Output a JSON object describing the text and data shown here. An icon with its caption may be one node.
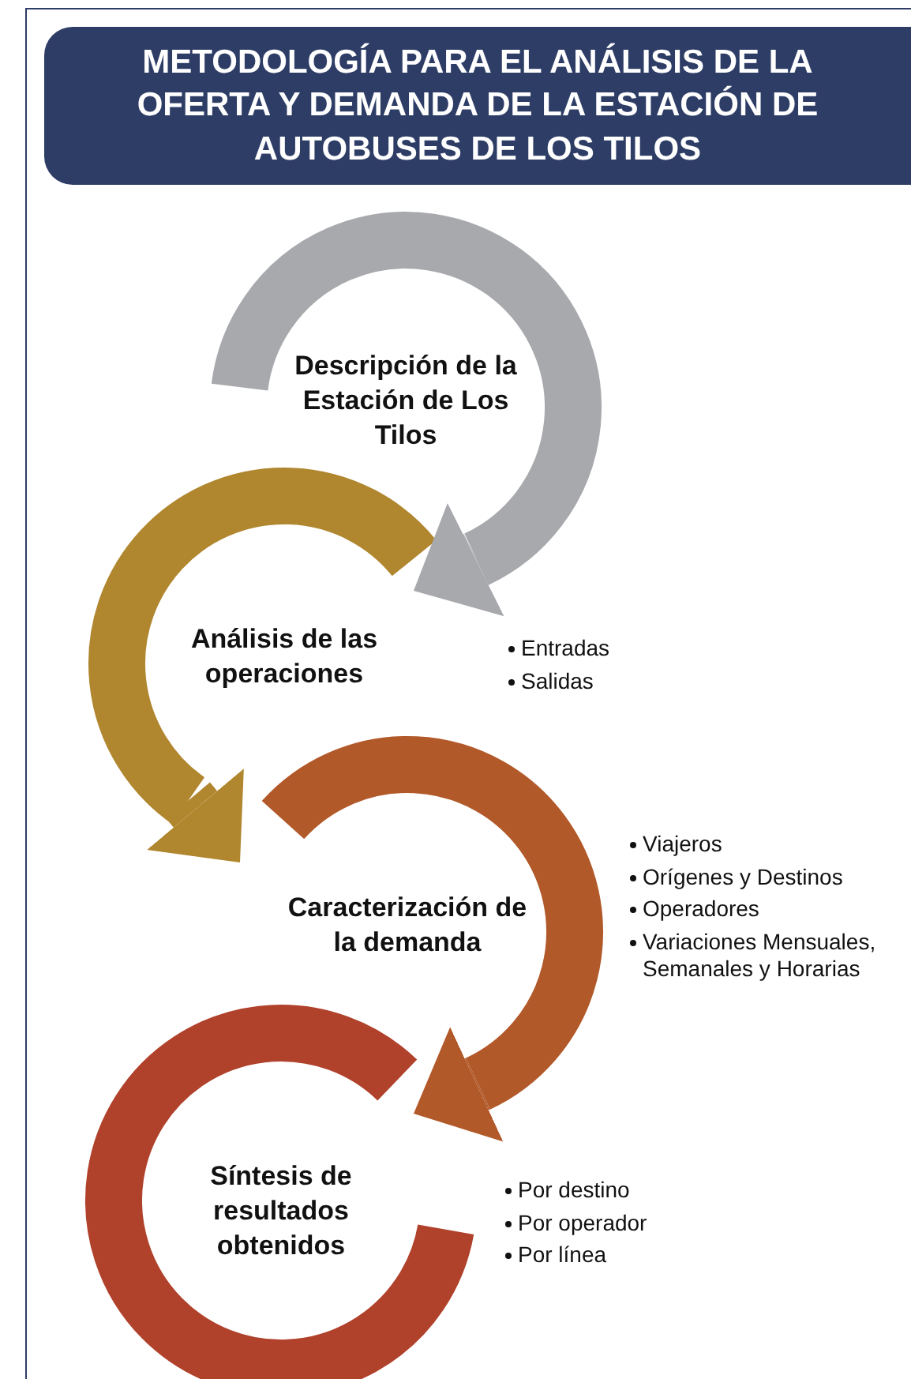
{
  "diagram": {
    "title": "METODOLOGÍA  PARA EL ANÁLISIS DE LA OFERTA Y DEMANDA DE LA ESTACIÓN DE AUTOBUSES DE LOS TILOS",
    "nodes": [
      {
        "text": [
          "Descripción de la Estación de Los Tilos"
        ]
      },
      {
        "text": [
          "Análisis de las operaciones"
        ],
        "beside": [
          "Entradas",
          "Salidas"
        ]
      },
      {
        "text": [
          "Caracterización de la demanda"
        ],
        "beside": [
          "Viajeros",
          "Orígenes y Destinos",
          "Operadores",
          "Variaciones Mensuales, Semanales y Horarias"
        ]
      },
      {
        "text": [
          "Síntesis de resultados obtenidos"
        ],
        "beside": [
          "Por destino",
          "Por operador",
          "Por línea"
        ]
      }
    ],
    "edges": [
      {
        "from": 0,
        "to": 1,
        "arrow": "to",
        "color": "#a7a9ac"
      },
      {
        "from": 1,
        "to": 2,
        "arrow": "to",
        "color": "#b0862e"
      },
      {
        "from": 2,
        "to": 3,
        "arrow": "to",
        "color": "#b2592a"
      }
    ]
  }
}
